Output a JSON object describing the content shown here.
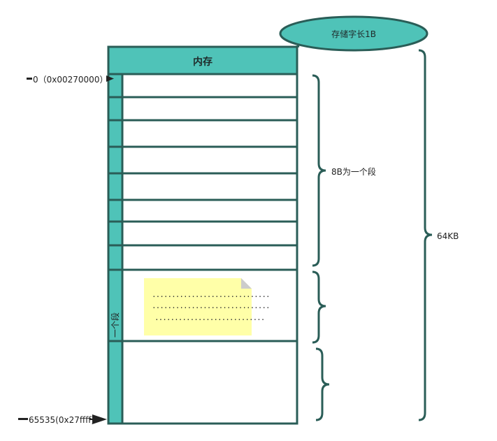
{
  "diagram": {
    "memory_title": "内存",
    "word_length_label": "存储字长1B",
    "segment_size_label": "8B为一个段",
    "total_size_label": "64KB",
    "one_segment_label": "一个段",
    "start_address_label": "0（0x00270000）",
    "end_address_label": "65535(0x27ffff)",
    "note_lines": [
      "..............................",
      "..............................",
      "............................"
    ]
  },
  "colors": {
    "teal_fill": "#4fc3b8",
    "border": "#2a5d57",
    "note_fill": "#ffffa8",
    "note_fold": "#cccccc"
  }
}
